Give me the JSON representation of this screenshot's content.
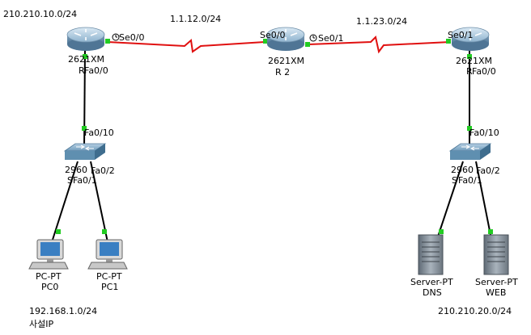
{
  "networks": {
    "left_top": "210.210.10.0/24",
    "r1_r2": "1.1.12.0/24",
    "r2_r3": "1.1.23.0/24",
    "left_bottom": "192.168.1.0/24",
    "left_bottom_note": "사설IP",
    "right_bottom": "210.210.20.0/24"
  },
  "devices": {
    "r1": {
      "model": "2621XM",
      "name": "R"
    },
    "r2": {
      "model": "2621XM",
      "name": "R 2"
    },
    "r3": {
      "model": "2621XM",
      "name": "R"
    },
    "s1": {
      "model": "2960",
      "name": "S"
    },
    "s2": {
      "model": "2960",
      "name": "S"
    },
    "pc0": {
      "type": "PC-PT",
      "name": "PC0"
    },
    "pc1": {
      "type": "PC-PT",
      "name": "PC1"
    },
    "dns": {
      "type": "Server-PT",
      "name": "DNS"
    },
    "web": {
      "type": "Server-PT",
      "name": "WEB"
    }
  },
  "ports": {
    "r1_se": "Se0/0",
    "r1_fa": "Fa0/0",
    "r2_se_left": "Se0/0",
    "r2_se_right": "Se0/1",
    "r3_se": "Se0/1",
    "r3_fa": "Fa0/0",
    "s1_up": "Fa0/10",
    "s1_pc0": "Fa0/1",
    "s1_pc1": "Fa0/2",
    "s2_up": "Fa0/10",
    "s2_dns": "Fa0/1",
    "s2_web": "Fa0/2"
  },
  "colors": {
    "serial_link": "#e01010",
    "ethernet_link": "#000000",
    "link_up": "#22cc22",
    "router_body": "#8fb3cf",
    "switch_body": "#5f8fb0",
    "server_body": "#7f8a95",
    "pc_screen": "#3a7fc2"
  }
}
